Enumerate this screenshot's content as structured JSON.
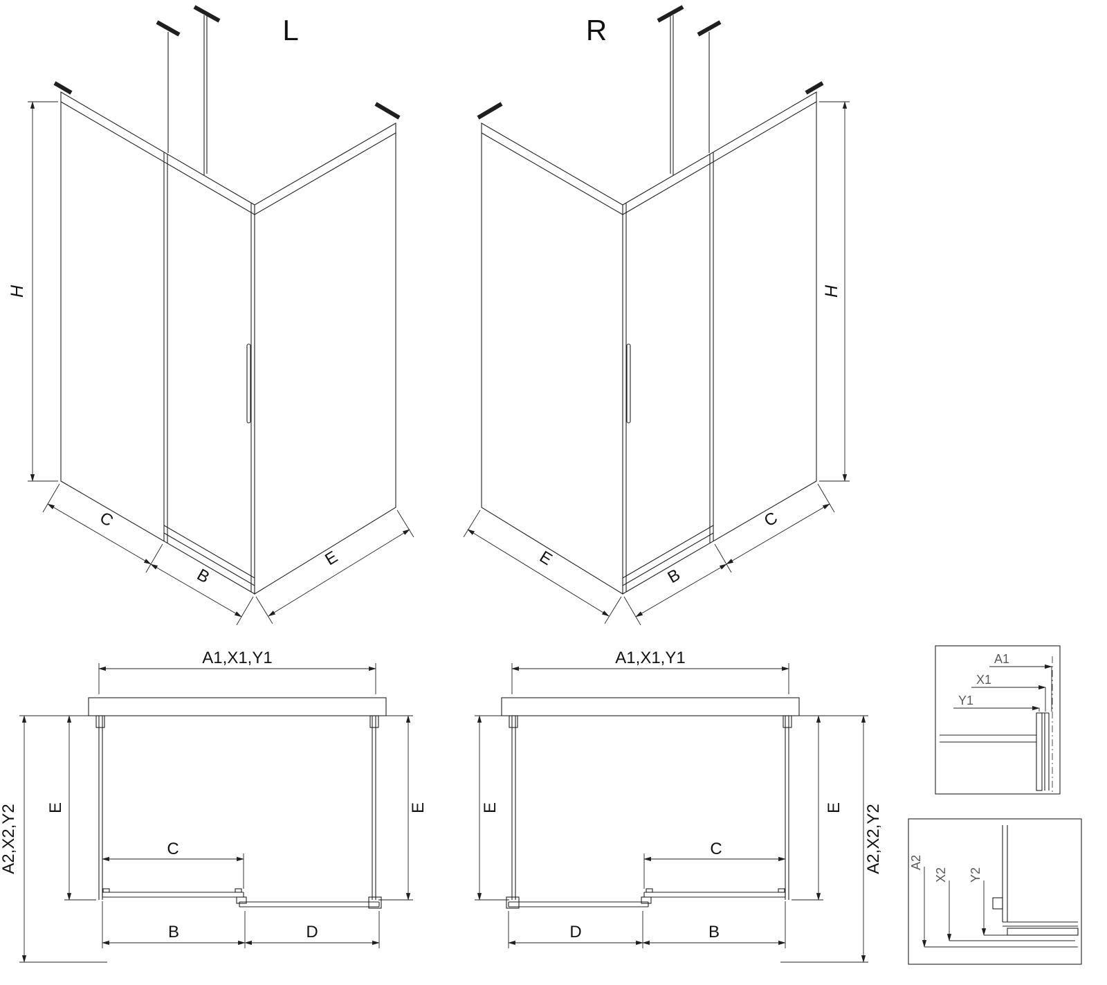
{
  "drawing": {
    "iso_left": {
      "title": "L",
      "h": "H",
      "c": "C",
      "b": "B",
      "e": "E"
    },
    "iso_right": {
      "title": "R",
      "h": "H",
      "c": "C",
      "b": "B",
      "e": "E"
    },
    "plan_left": {
      "a1": "A1,X1,Y1",
      "a2": "A2,X2,Y2",
      "e_left": "E",
      "e_right": "E",
      "c": "C",
      "b": "B",
      "d": "D"
    },
    "plan_right": {
      "a1": "A1,X1,Y1",
      "a2": "A2,X2,Y2",
      "e_left": "E",
      "e_right": "E",
      "c": "C",
      "b": "B",
      "d": "D"
    },
    "detail_top": {
      "a1": "A1",
      "x1": "X1",
      "y1": "Y1"
    },
    "detail_bottom": {
      "a2": "A2",
      "x2": "X2",
      "y2": "Y2"
    }
  },
  "colors": {
    "line": "#1f1f1f",
    "background": "#ffffff"
  }
}
